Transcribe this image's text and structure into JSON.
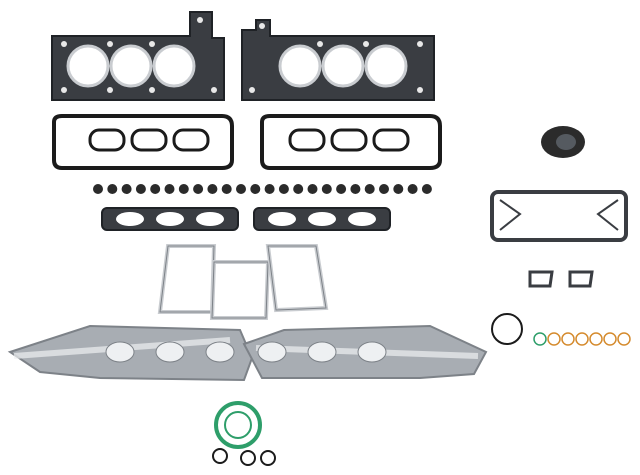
{
  "image": {
    "subject": "gasket-kit",
    "background": "#ffffff"
  },
  "colors": {
    "gasket_face": "#3a3d42",
    "gasket_edge": "#1f2226",
    "steel": "#c9ccd0",
    "steel_dark": "#7d8288",
    "steel_light": "#eef0f2",
    "heat_shield": "#a8adb3",
    "green_ring": "#2e9e6a",
    "orange_ring": "#d58b2e",
    "black_ring": "#1b1b1b",
    "seal": "#2b2b2b",
    "bolt_hole": "#e8e8e8"
  },
  "parts": {
    "head_gaskets": 2,
    "valve_cover_gaskets": 2,
    "valve_stem_seals": 24,
    "intake_gaskets": 2,
    "plenum_gaskets": 3,
    "exhaust_heat_shields": 2,
    "oil_cooler_gasket": 1,
    "small_flange_gaskets": 2,
    "front_crank_seal": 1,
    "orings_large": 1,
    "orings_small": 7,
    "thermostat_gasket": 1,
    "orings_bottom": 3
  }
}
